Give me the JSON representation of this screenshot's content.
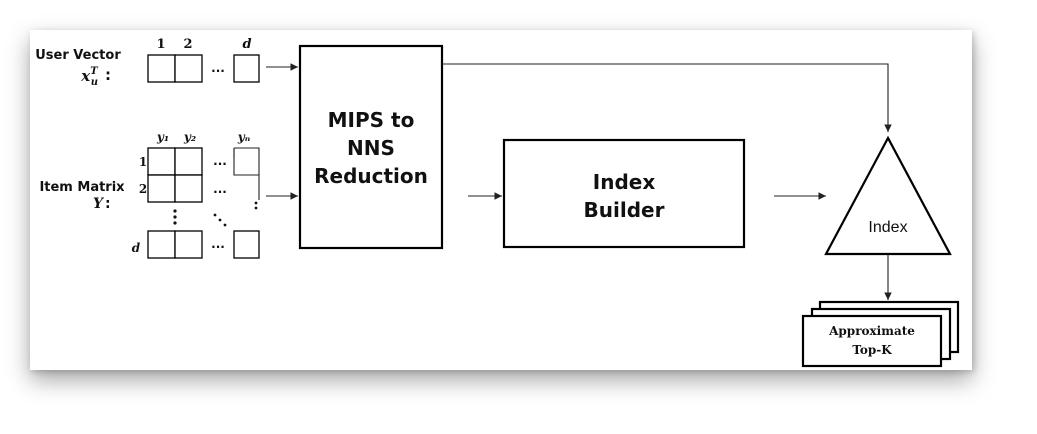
{
  "user_vector": {
    "label": "User Vector",
    "symbol_base": "x",
    "symbol_sup": "T",
    "symbol_sub": "u",
    "suffix": ":",
    "col_headers": [
      "1",
      "2",
      "d"
    ],
    "ellipsis": "···"
  },
  "item_matrix": {
    "label": "Item Matrix",
    "symbol": "Y",
    "suffix": ":",
    "col_headers": [
      "y₁",
      "y₂",
      "yₙ"
    ],
    "row_headers": [
      "1",
      "2",
      "d"
    ],
    "ellipsis": "···"
  },
  "mips_box": {
    "lines": [
      "MIPS to",
      "NNS",
      "Reduction"
    ]
  },
  "index_builder_box": {
    "lines": [
      "Index",
      "Builder"
    ]
  },
  "index_triangle": {
    "label": "Index"
  },
  "output_stack": {
    "lines": [
      "Approximate",
      "Top-K"
    ]
  },
  "colors": {
    "stroke": "#000000",
    "background": "#ffffff"
  }
}
